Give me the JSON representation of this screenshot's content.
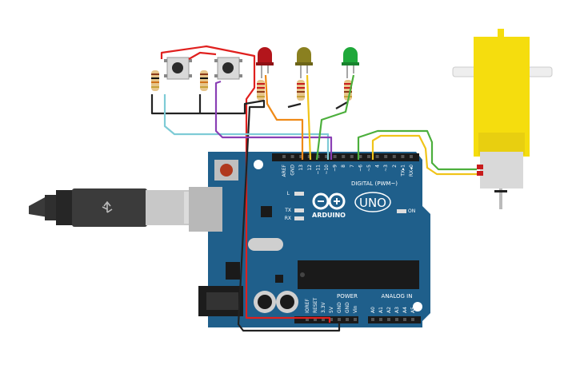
{
  "board": {
    "brand": "ARDUINO",
    "model": "UNO",
    "digital_header_label": "DIGITAL (PWM~)",
    "power_label": "POWER",
    "analog_label": "ANALOG IN",
    "led_l": "L",
    "led_tx": "TX",
    "led_rx": "RX",
    "led_on": "ON",
    "digital_pins": [
      "AREF",
      "GND",
      "13",
      "12",
      "~11",
      "~10",
      "~9",
      "8",
      "7",
      "~6",
      "~5",
      "4",
      "~3",
      "2",
      "TX▸1",
      "RX◂0"
    ],
    "power_pins": [
      "IOREF",
      "RESET",
      "3.3V",
      "5V",
      "GND",
      "GND",
      "Vin"
    ],
    "analog_pins": [
      "A0",
      "A1",
      "A2",
      "A3",
      "A4",
      "A5"
    ]
  },
  "components": {
    "leds": [
      {
        "name": "red",
        "color": "#b3151b"
      },
      {
        "name": "yellow",
        "color": "#8a8020"
      },
      {
        "name": "green",
        "color": "#1fa83a"
      }
    ],
    "wire_colors": {
      "red": "#e0201e",
      "black": "#222222",
      "purple": "#8a3fb5",
      "cyan": "#7ecbd6",
      "orange": "#ef8a17",
      "yellow": "#f0c419",
      "green": "#4caf3c"
    },
    "board_color": "#1f5f8b",
    "motor_color": "#f5dd0e"
  }
}
